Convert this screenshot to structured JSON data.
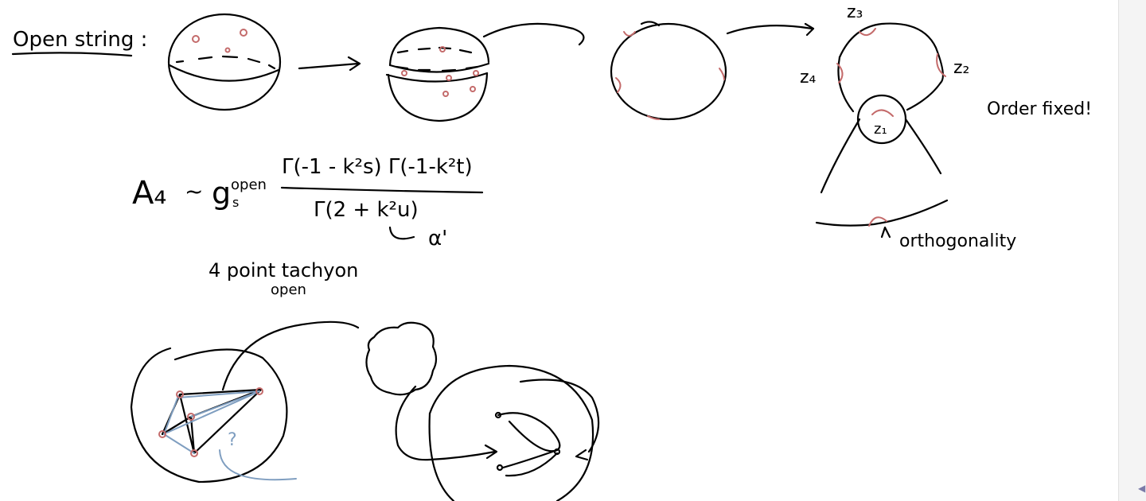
{
  "notes": {
    "heading": "Open string :",
    "z3": "z₃",
    "z2": "z₂",
    "z4": "z₄",
    "z1": "z₁",
    "order_note": "Order fixed!",
    "orthogonality": "orthogonality",
    "amplitude": {
      "lhs": "A₄",
      "sim": "~",
      "coupling": "g",
      "coupling_sup": "open",
      "coupling_sub": "s",
      "numerator": "Γ(-1 - k²s) Γ(-1-k²t)",
      "denominator": "Γ(2 + k²u)",
      "alpha": "α'"
    },
    "caption_line1": "4 point tachyon",
    "caption_line2": "open",
    "question_mark": "?"
  },
  "colors": {
    "ink": "#000000",
    "puncture": "#c46b6b",
    "highlight": "#7f9ec0"
  }
}
